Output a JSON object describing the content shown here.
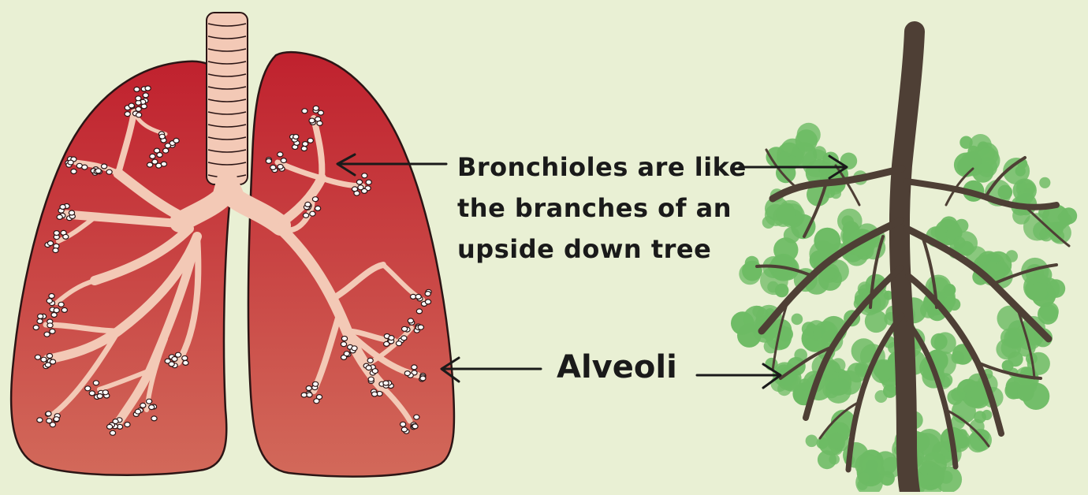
{
  "captions": {
    "bronchioles_lines": [
      "Bronchioles are like",
      "the branches of an",
      "upside down tree"
    ],
    "alveoli": "Alveoli"
  },
  "colors": {
    "background": "#e9f0d4",
    "lung_top": "#c0212e",
    "lung_bottom": "#d2695a",
    "airway": "#f3c9b6",
    "alveoli": "#ffffff",
    "tree_trunk": "#4e3f35",
    "tree_foliage": "#6dbb64",
    "arrow": "#1a1a1a"
  },
  "icons": {
    "lungs": "lungs-illustration",
    "tree": "upside-down-tree-illustration",
    "arrows": "arrow-icon"
  }
}
